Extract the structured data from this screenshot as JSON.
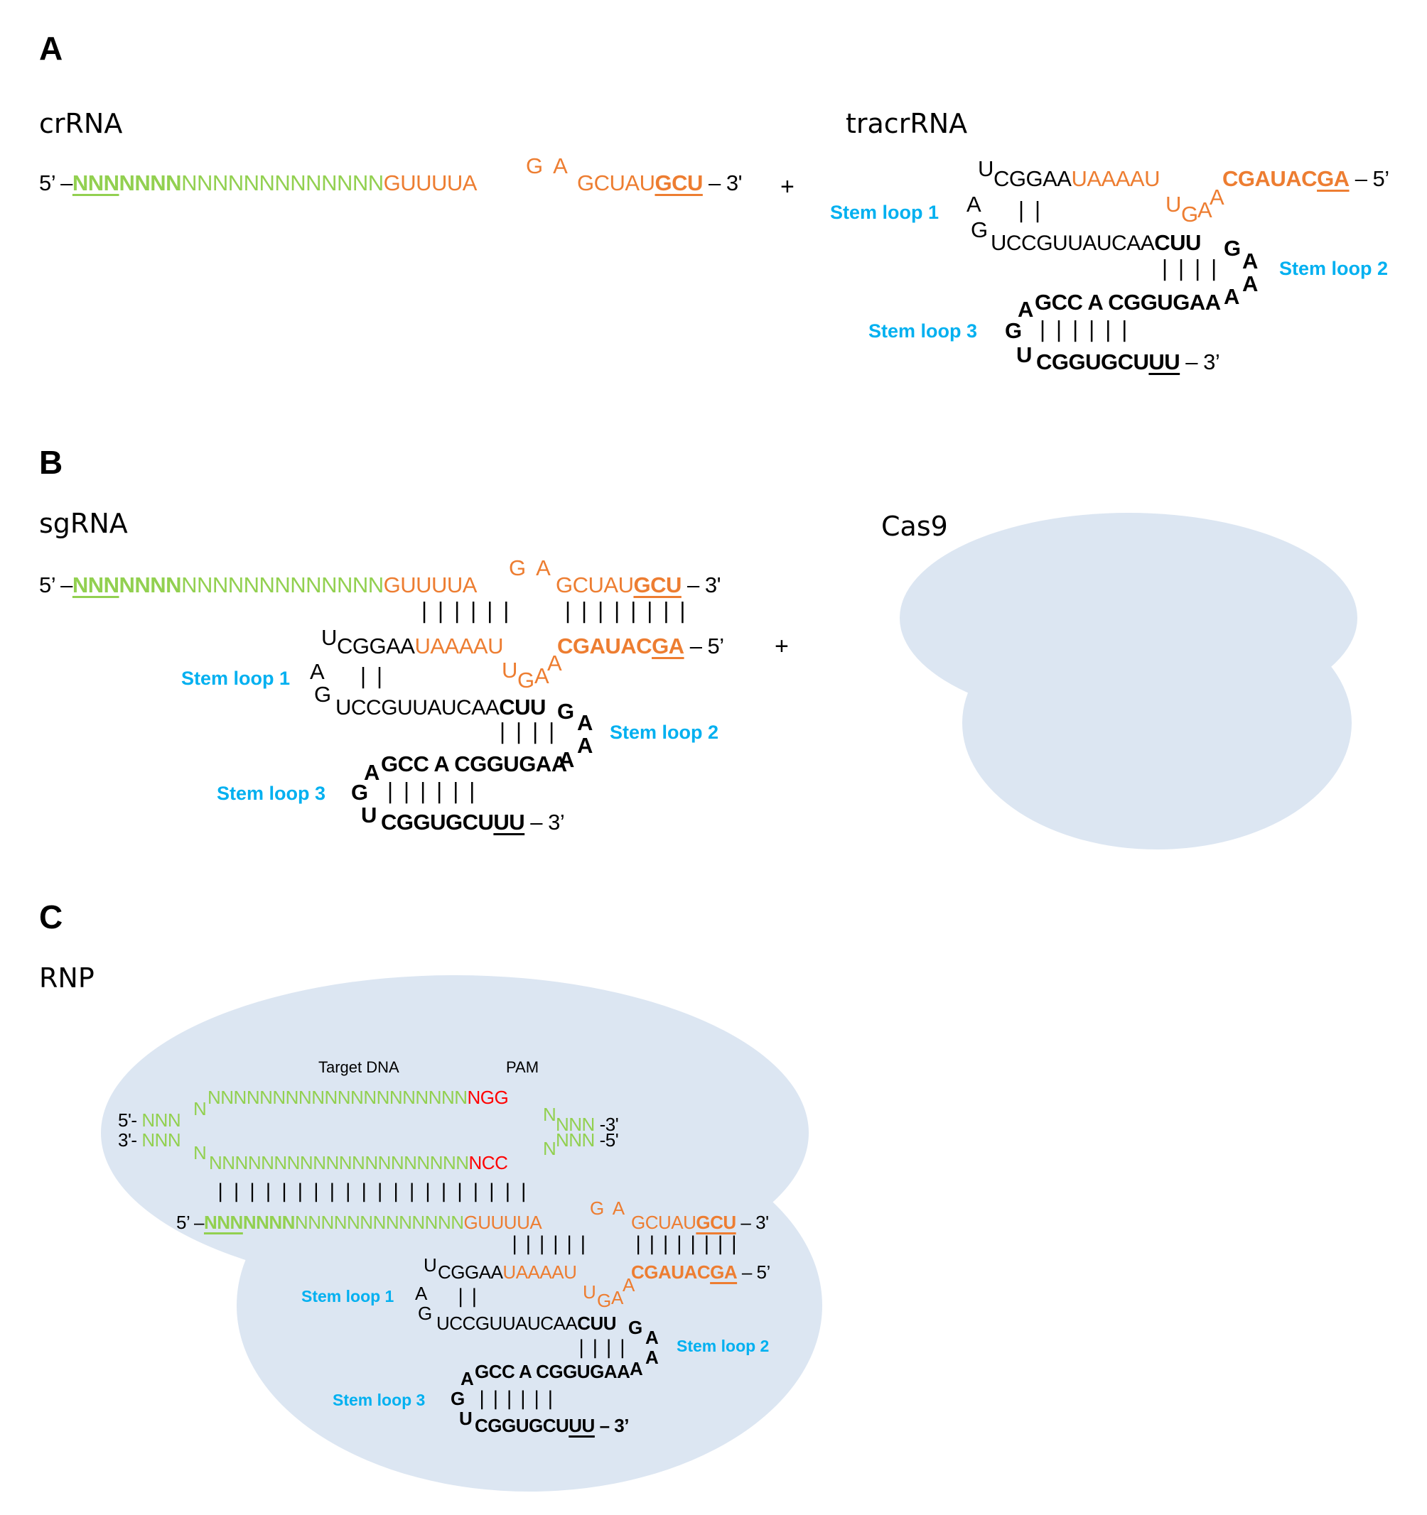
{
  "colors": {
    "spacer_green": "#92d050",
    "repeat_orange": "#ed7d31",
    "stem_label_cyan": "#00b0f0",
    "pam_red": "#ff0000",
    "cas9_fill": "#dce6f2"
  },
  "panel_a": {
    "letter": "A",
    "crrna": {
      "label": "crRNA",
      "five_prime": "5’ –",
      "spacer_bold_underlined": "NNN",
      "spacer_bold": "NNNN",
      "spacer_regular": "NNNNNNNNNNNNN",
      "repeat": "GUUUUA",
      "bulge": "G  A",
      "repeat_tail": "GCUAU",
      "repeat_tail_bold_underlined": "GCU",
      "three_prime": "– 3'"
    },
    "plus": "+",
    "tracrrna": {
      "label": "tracrRNA",
      "stem_loop_1": "Stem loop 1",
      "stem_loop_2": "Stem loop 2",
      "stem_loop_3": "Stem loop 3",
      "sl1_u": "U",
      "sl1_a": "A",
      "sl1_g": "G",
      "top_black": "CGGAA",
      "top_orange": "UAAAAU",
      "anti_repeat_bold": "CGAUAC",
      "anti_repeat_bold_underlined": "GA",
      "five_prime": "– 5’",
      "bulge_u": "U",
      "bulge_g": "G",
      "bulge_a1": "A",
      "bulge_a2": "A",
      "sl1_pairs": "||",
      "mid_u": "U",
      "mid_regular": "CCGUUAUCAA",
      "mid_bold": "CUU",
      "sl2_g": "G",
      "sl2_a1": "A",
      "sl2_a2": "A",
      "sl2_a3": "A",
      "sl2_pairs": "||||",
      "lower_a": "A",
      "lower_bold": "GCC A CGGUGAA",
      "sl3_g": "G",
      "sl3_pairs": "||||||",
      "sl3_u": "U",
      "tail_bold": "CGGUGCU",
      "tail_underlined": "UU",
      "three_prime": "– 3’"
    }
  },
  "panel_b": {
    "letter": "B",
    "sgrna_label": "sgRNA",
    "cas9_label": "Cas9",
    "plus": "+",
    "repeat_pairs": "||||||",
    "tail_pairs": "||||||||"
  },
  "panel_c": {
    "letter": "C",
    "rnp_label": "RNP",
    "target_dna_label": "Target DNA",
    "pam_label": "PAM",
    "dna_top": {
      "five_prime": "5'-",
      "flank_left": "NNN",
      "n_left": "N",
      "protospacer": "NNNNNNNNNNNNNNNNNNNN",
      "pam": "NGG",
      "n_right": "N",
      "flank_right": "NNN",
      "three_prime": "-3'"
    },
    "dna_bottom": {
      "three_prime": "3'-",
      "flank_left": "NNN",
      "n_left": "N",
      "protospacer": "NNNNNNNNNNNNNNNNNNNN",
      "pam_complement": "NCC",
      "n_right": "N",
      "flank_right": "NNN",
      "five_prime": "-5'"
    },
    "guide_dna_pairs": "||||||||||||||||||||",
    "sgrna_three_prime_bold": "– 3’"
  }
}
